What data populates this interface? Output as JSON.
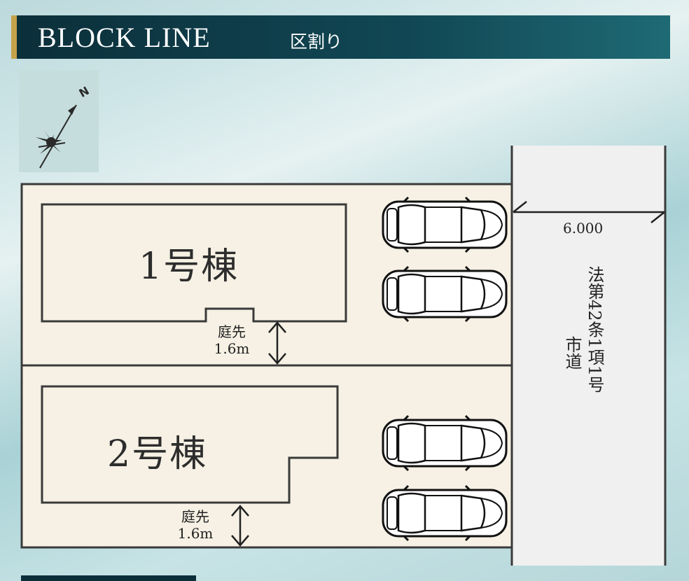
{
  "header": {
    "title": "BLOCK LINE",
    "subtitle": "区割り"
  },
  "compass": {
    "icon": "north-arrow-icon",
    "letter": "N"
  },
  "lots": [
    {
      "building_label": "1号棟",
      "setback_label": "庭先",
      "setback_value": "1.6m",
      "parking_spaces": 2
    },
    {
      "building_label": "2号棟",
      "setback_label": "庭先",
      "setback_value": "1.6m",
      "parking_spaces": 2
    }
  ],
  "road": {
    "width_value": "6.000",
    "type_label": "法第42条1項1号",
    "name_label": "市道"
  },
  "colors": {
    "header_bg": "#0b2f3a",
    "header_accent": "#c6a24a",
    "lot_fill": "#f6f1e4",
    "road_fill": "#f0f0f0",
    "line": "#3a3a3a"
  }
}
